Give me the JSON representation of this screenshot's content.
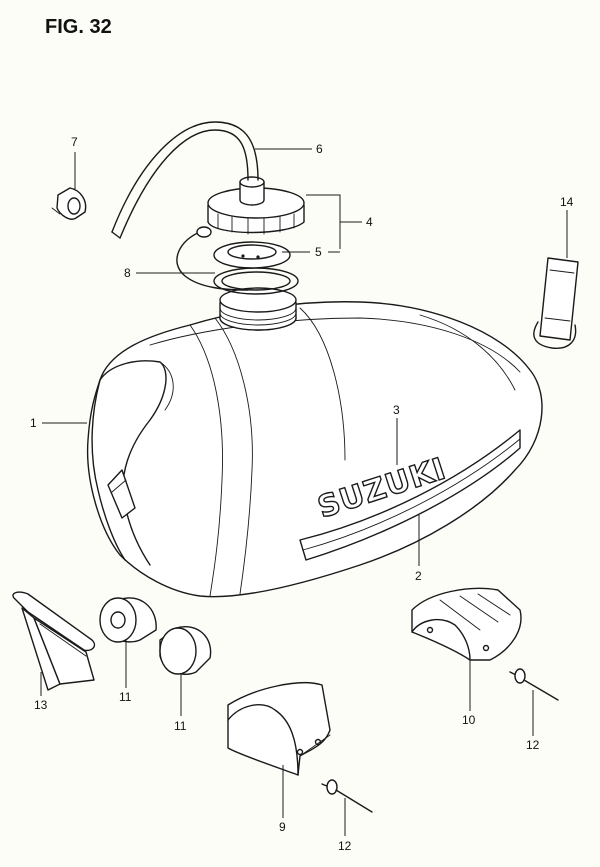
{
  "figure": {
    "title": "FIG. 32"
  },
  "tank_logo": "SUZUKI",
  "callouts": [
    {
      "id": "c1",
      "label": "1"
    },
    {
      "id": "c2",
      "label": "2"
    },
    {
      "id": "c3",
      "label": "3"
    },
    {
      "id": "c4",
      "label": "4"
    },
    {
      "id": "c5",
      "label": "5"
    },
    {
      "id": "c6",
      "label": "6"
    },
    {
      "id": "c7",
      "label": "7"
    },
    {
      "id": "c8",
      "label": "8"
    },
    {
      "id": "c9",
      "label": "9"
    },
    {
      "id": "c10",
      "label": "10"
    },
    {
      "id": "c11a",
      "label": "11"
    },
    {
      "id": "c11b",
      "label": "11"
    },
    {
      "id": "c12a",
      "label": "12"
    },
    {
      "id": "c12b",
      "label": "12"
    },
    {
      "id": "c13",
      "label": "13"
    },
    {
      "id": "c14",
      "label": "14"
    }
  ]
}
